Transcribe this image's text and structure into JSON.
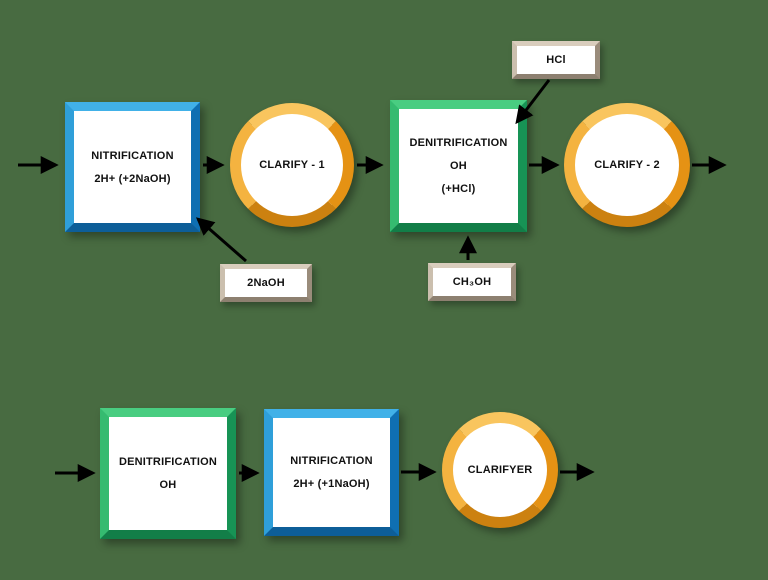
{
  "colors": {
    "background": "#486b41",
    "blue_frame": "#1e8fd0",
    "green_frame": "#2aa968",
    "orange_ring": "#eda41f",
    "tan_frame": "#b3a593",
    "arrow": "#000000",
    "node_fill": "#ffffff",
    "text": "#111111"
  },
  "top_flow": {
    "nitrification": {
      "line1": "NITRIFICATION",
      "line2": "2H+ (+2NaOH)"
    },
    "clarify1_label": "CLARIFY - 1",
    "denitrification": {
      "line1": "DENITRIFICATION",
      "line2": "OH",
      "line3": "(+HCl)"
    },
    "clarify2_label": "CLARIFY - 2",
    "hcl_label": "HCl",
    "naoh_label": "2NaOH",
    "methanol_label": "CH₃OH"
  },
  "bottom_flow": {
    "denitrification": {
      "line1": "DENITRIFICATION",
      "line2": "OH"
    },
    "nitrification": {
      "line1": "NITRIFICATION",
      "line2": "2H+ (+1NaOH)"
    },
    "clarifyer_label": "CLARIFYER"
  }
}
